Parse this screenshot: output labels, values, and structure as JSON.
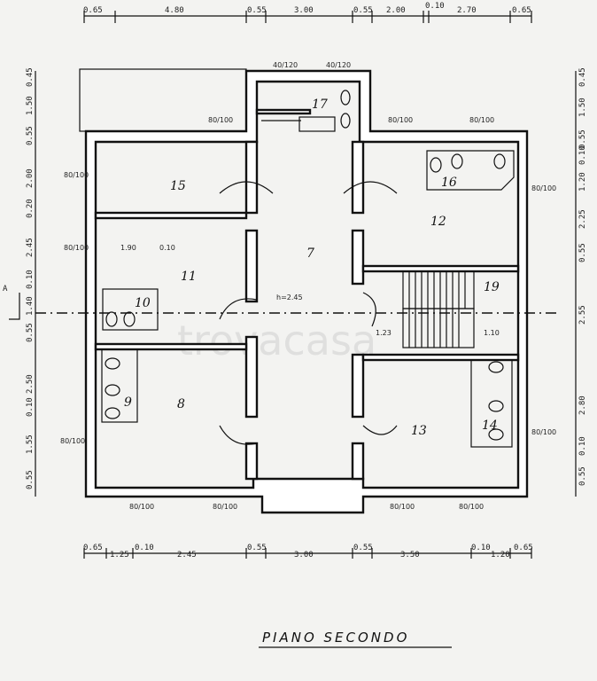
{
  "top_dims": [
    "0.65",
    "4.80",
    "0.55",
    "3.00",
    "0.55",
    "2.00",
    "0.10",
    "2.70",
    "0.65"
  ],
  "bottom_dims": [
    "0.65",
    "1.25",
    "0.10",
    "2.45",
    "0.55",
    "3.00",
    "0.55",
    "3.50",
    "0.10",
    "1.20",
    "0.65"
  ],
  "left_dims": [
    "0.45",
    "1.50",
    "0.55",
    "2.00",
    "0.20",
    "2.45",
    "0.10",
    "1.40",
    "0.55",
    "2.50",
    "0.10",
    "1.55",
    "0.55"
  ],
  "right_dims": [
    "0.45",
    "1.50",
    "0.55",
    "0.10",
    "1.20",
    "2.25",
    "0.55",
    "2.55",
    "2.80",
    "0.10",
    "0.55"
  ],
  "rooms": {
    "r7": "7",
    "r8": "8",
    "r9": "9",
    "r10": "10",
    "r11": "11",
    "r12": "12",
    "r13": "13",
    "r14": "14",
    "r15": "15",
    "r16": "16",
    "r17": "17",
    "r19": "19"
  },
  "window_label": "80/100",
  "window_label_alt": "40/120",
  "height_label": "h=2.45",
  "dim_190": "1.90",
  "dim_010": "0.10",
  "stair_a": "1.23",
  "stair_b": "1.10",
  "section_mark": "A",
  "watermark": "trovacasa",
  "title": "PIANO SECONDO"
}
